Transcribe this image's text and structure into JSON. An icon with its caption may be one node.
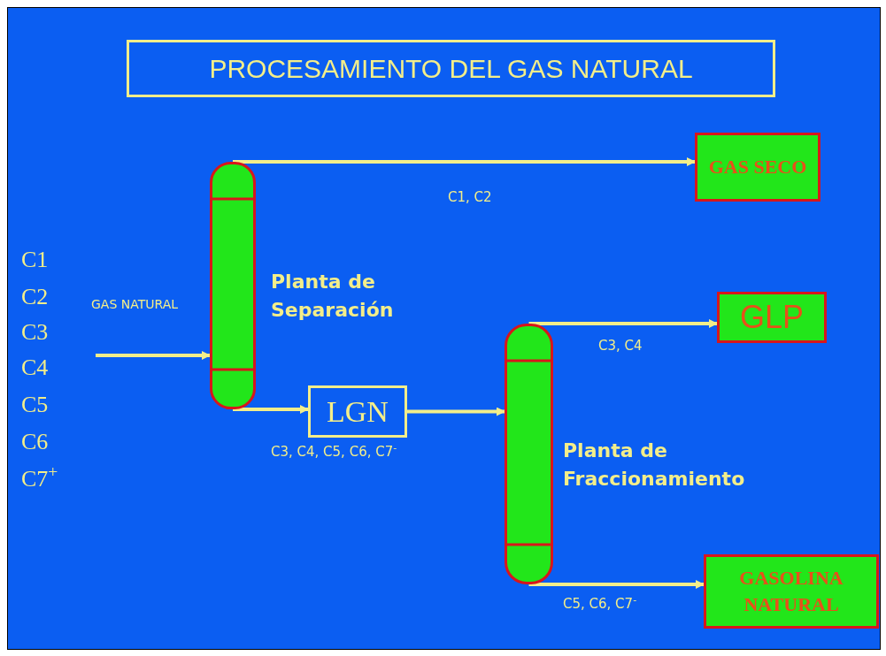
{
  "diagram": {
    "title": "PROCESAMIENTO DEL GAS NATURAL",
    "nodes": [
      {
        "text": [],
        "shape": "cylinder",
        "beside": [
          "Planta de Separación"
        ]
      },
      {
        "text": [
          "LGN"
        ],
        "beside": [
          "C3, C4, C5, C6, C7$^{-}$"
        ]
      },
      {
        "text": [],
        "shape": "cylinder",
        "beside": [
          "Planta de Fraccionamiento"
        ]
      },
      {
        "text": [
          "GAS SECO"
        ]
      },
      {
        "text": [
          "GLP"
        ]
      },
      {
        "text": [
          "GASOLINA NATURAL"
        ]
      }
    ],
    "edges": [
      {
        "from": null,
        "to": 0,
        "arrow": "to",
        "label": "GAS NATURAL"
      },
      {
        "from": 0,
        "to": 3,
        "arrow": "to",
        "label": "C1, C2"
      },
      {
        "from": 0,
        "to": 1,
        "arrow": "to"
      },
      {
        "from": 1,
        "to": 2,
        "arrow": "to"
      },
      {
        "from": 2,
        "to": 4,
        "arrow": "to",
        "label": "C3, C4"
      },
      {
        "from": 2,
        "to": 5,
        "arrow": "to",
        "label": "C5, C6, C7$^{-}$"
      }
    ],
    "labels": [
      "C1",
      "C2",
      "C3",
      "C4",
      "C5",
      "C6",
      "C7$^{+}$"
    ]
  }
}
